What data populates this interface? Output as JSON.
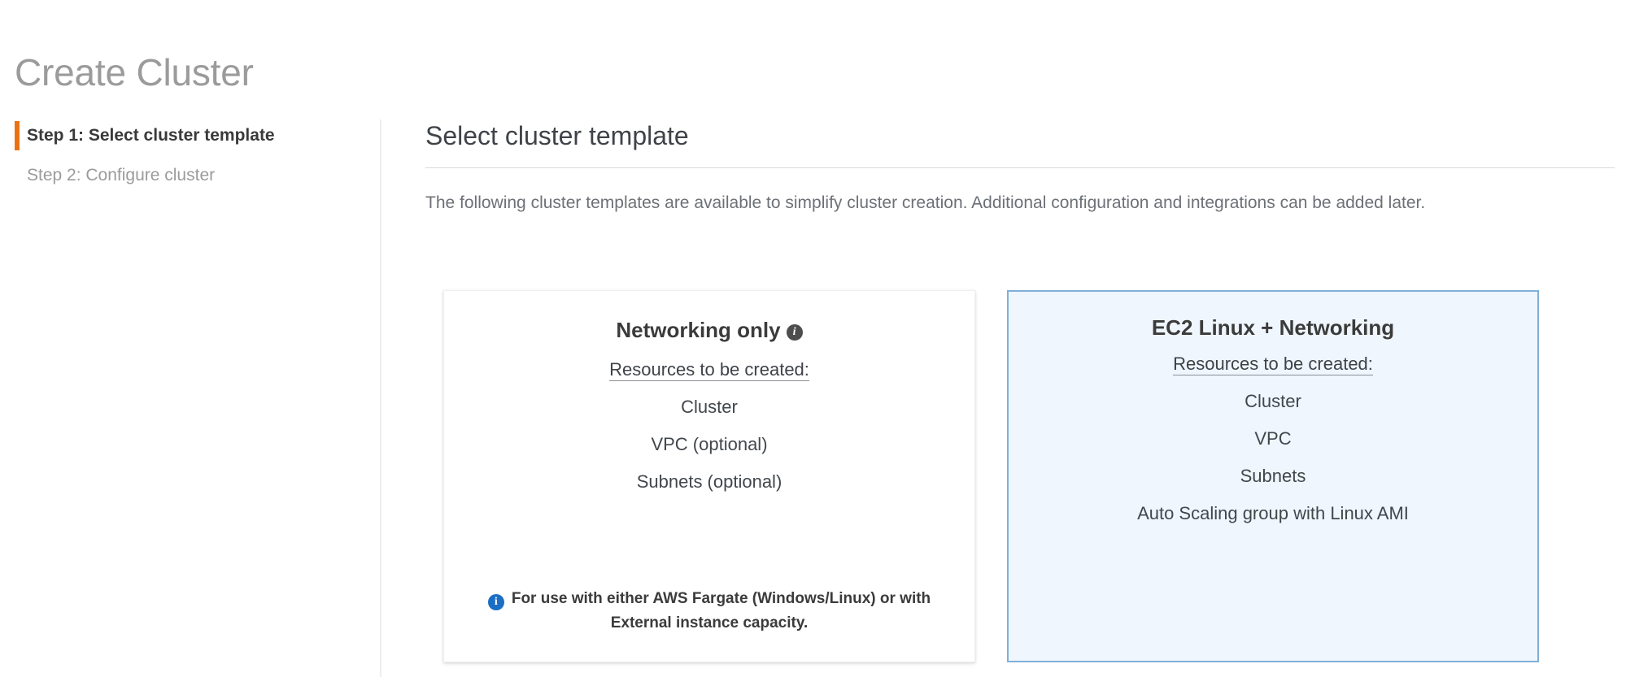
{
  "page": {
    "title": "Create Cluster"
  },
  "sidebar": {
    "steps": [
      {
        "label": "Step 1: Select cluster template",
        "active": true
      },
      {
        "label": "Step 2: Configure cluster",
        "active": false
      }
    ]
  },
  "main": {
    "section_title": "Select cluster template",
    "description": "The following cluster templates are available to simplify cluster creation. Additional configuration and integrations can be added later.",
    "resources_heading": "Resources to be created:",
    "cards": [
      {
        "id": "networking-only",
        "title": "Networking only",
        "has_info_icon": true,
        "info_icon_name": "info-icon",
        "selected": false,
        "resources": [
          "Cluster",
          "VPC (optional)",
          "Subnets (optional)"
        ],
        "note": "For use with either AWS Fargate (Windows/Linux) or with External instance capacity.",
        "note_icon_name": "info-icon-blue"
      },
      {
        "id": "ec2-linux-networking",
        "title": "EC2 Linux + Networking",
        "has_info_icon": false,
        "selected": true,
        "resources": [
          "Cluster",
          "VPC",
          "Subnets",
          "Auto Scaling group with Linux AMI"
        ],
        "note": null
      }
    ]
  },
  "colors": {
    "accent_orange": "#ec7211",
    "selected_card_border": "#80b0d8",
    "selected_card_background": "#eff6fd",
    "info_blue": "#1c6ec4",
    "title_gray": "#9b9b9b",
    "body_gray": "#6d7176"
  }
}
